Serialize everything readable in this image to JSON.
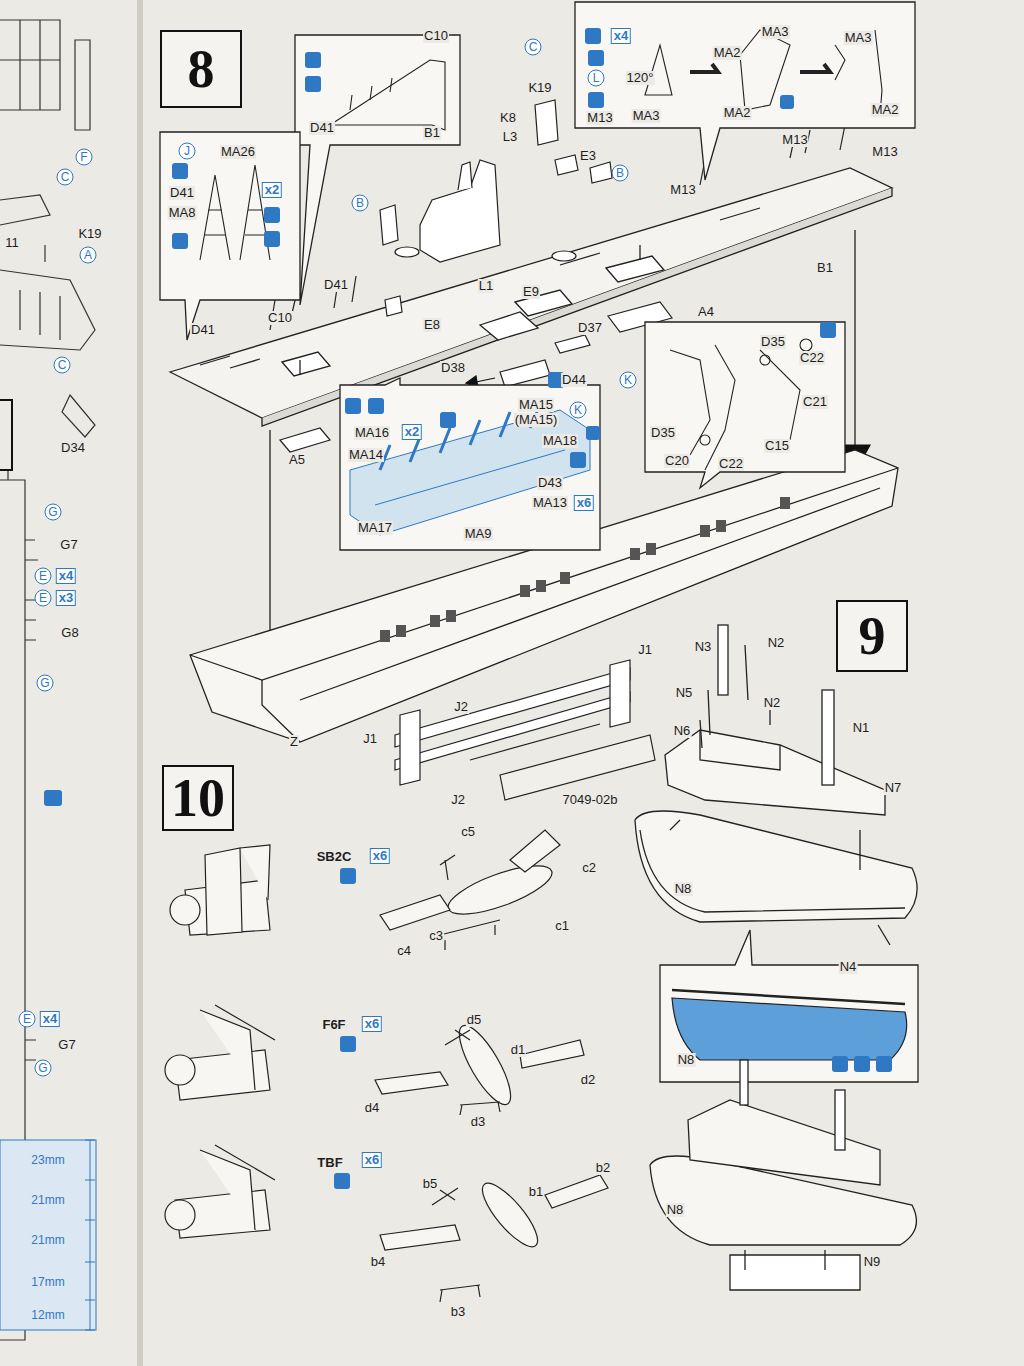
{
  "diagram": {
    "nodes": [
      {
        "text": [
          "8"
        ]
      },
      {
        "text": [
          "9"
        ]
      },
      {
        "text": [
          "10"
        ]
      }
    ],
    "labels": [
      "C",
      "F",
      "11",
      "K19",
      "A",
      "C",
      "D34",
      "G",
      "G7",
      "E",
      "x4",
      "E",
      "x3",
      "G8",
      "G",
      "E",
      "x4",
      "G7",
      "G",
      "23mm",
      "21mm",
      "21mm",
      "17mm",
      "12mm",
      "C10",
      "D41",
      "B1",
      "J",
      "MA26",
      "D41",
      "MA8",
      "x2",
      "x4",
      "L",
      "M13",
      "120°",
      "MA2",
      "MA3",
      "MA3",
      "MA2",
      "MA3",
      "MA2",
      "C",
      "K19",
      "K8",
      "L3",
      "E3",
      "B",
      "B",
      "E9",
      "E8",
      "L1",
      "M13",
      "M13",
      "M13",
      "B1",
      "D41",
      "C10",
      "D41",
      "A4",
      "D37",
      "D38",
      "D44",
      "K",
      "A5",
      "D35",
      "C22",
      "C21",
      "D35",
      "C20",
      "C22",
      "C15",
      "MA15",
      "(MA15)",
      "K",
      "MA16",
      "x2",
      "MA18",
      "MA14",
      "D43",
      "MA13",
      "x6",
      "MA17",
      "MA9",
      "Z",
      "J1",
      "J2",
      "J1",
      "J2",
      "7049-02b",
      "N2",
      "N3",
      "N5",
      "N2",
      "N6",
      "N1",
      "N7",
      "N8",
      "N4",
      "N8",
      "N8",
      "N9",
      "c5",
      "SB2C",
      "x6",
      "c2",
      "c1",
      "c3",
      "c4",
      "F6F",
      "x6",
      "d5",
      "d1",
      "d4",
      "d2",
      "d3",
      "TBF",
      "x6",
      "b2",
      "b5",
      "b1",
      "b4",
      "b3"
    ]
  }
}
